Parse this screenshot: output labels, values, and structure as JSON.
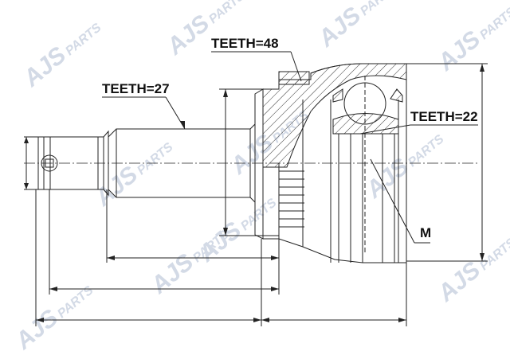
{
  "watermark": {
    "brand": "AJS",
    "suffix": "PARTS",
    "color": "#d3dae6"
  },
  "labels": {
    "outer_teeth": "TEETH=48",
    "shaft_teeth": "TEETH=27",
    "inner_teeth": "TEETH=22",
    "thread": "M"
  },
  "colors": {
    "line": "#222222",
    "hatch": "#333333",
    "background": "#ffffff"
  }
}
